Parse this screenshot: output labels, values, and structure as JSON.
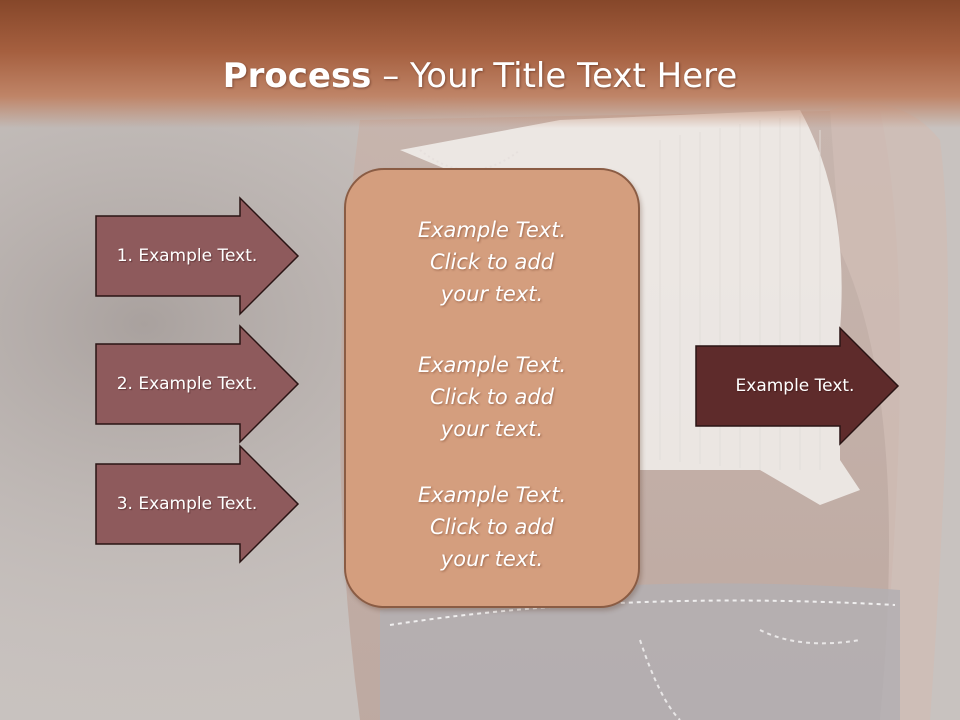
{
  "title": {
    "bold": "Process",
    "rest": " – Your Title Text Here"
  },
  "left_arrows": [
    {
      "label": "1. Example Text."
    },
    {
      "label": "2. Example Text."
    },
    {
      "label": "3. Example Text."
    }
  ],
  "center_box": {
    "paragraphs": [
      "Example Text.\nClick  to add\nyour text.",
      "Example Text.\nClick  to add\nyour text.",
      "Example Text.\nClick  to add\nyour text."
    ]
  },
  "right_arrow": {
    "label": "Example Text."
  },
  "colors": {
    "title_bar": "#a55f3f",
    "left_arrow_fill": "#8e5a5c",
    "right_arrow_fill": "#5e2b2b",
    "center_box_fill": "#d49e7e"
  }
}
